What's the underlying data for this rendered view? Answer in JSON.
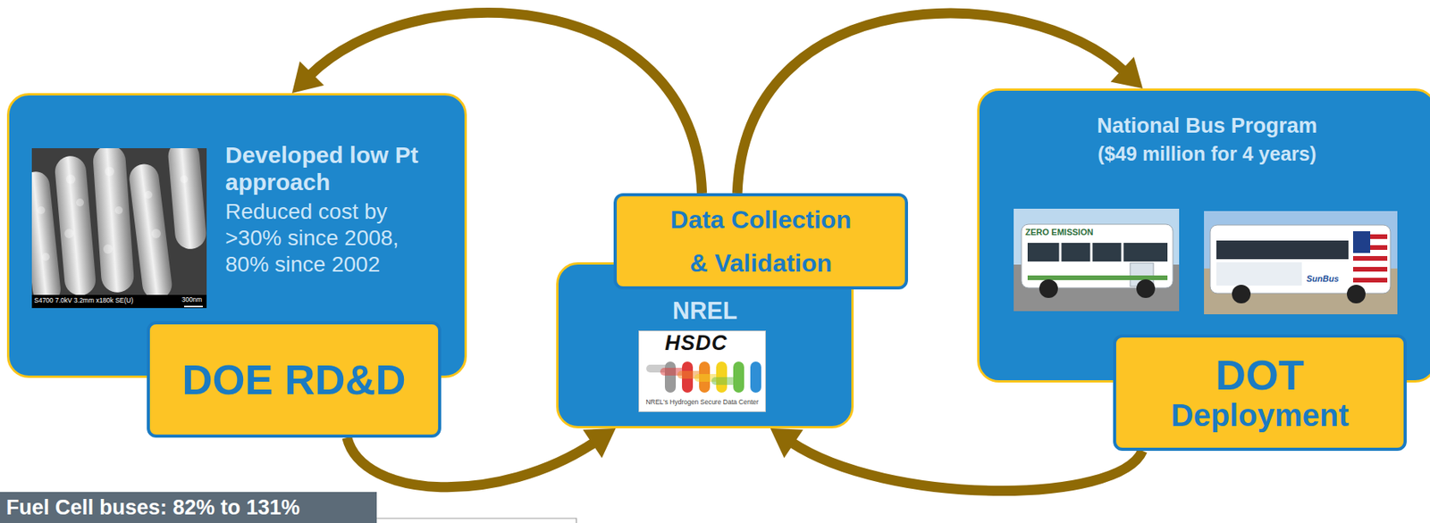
{
  "diagram": {
    "nodes": [
      {
        "text": [
          "Developed low Pt approach",
          "Reduced cost by >30% since 2008, 80% since 2002"
        ]
      },
      {
        "text": [
          "DOE RD&D"
        ],
        "in": 0
      },
      {
        "text": [
          "NREL"
        ]
      },
      {
        "text": [
          "Data Collection & Validation"
        ],
        "in": 2
      },
      {
        "text": [
          "National Bus Program",
          "($49 million for 4 years)"
        ]
      },
      {
        "text": [
          "DOT",
          "Deployment"
        ],
        "in": 4
      },
      {
        "text": [
          "Fuel Cell buses: 82% to 131%"
        ]
      }
    ],
    "edges": [
      {
        "from": 3,
        "to": 0,
        "arrow": "to"
      },
      {
        "from": 3,
        "to": 4,
        "arrow": "to"
      },
      {
        "from": 1,
        "to": 2,
        "arrow": "to"
      },
      {
        "from": 5,
        "to": 2,
        "arrow": "to"
      }
    ],
    "labels": [
      "S4700 7.0kV 3.2mm x180k SE(U)",
      "300nm",
      "HSDC",
      "NREL's Hydrogen Secure Data Center",
      "ZERO EMISSION",
      "SunBus"
    ]
  }
}
